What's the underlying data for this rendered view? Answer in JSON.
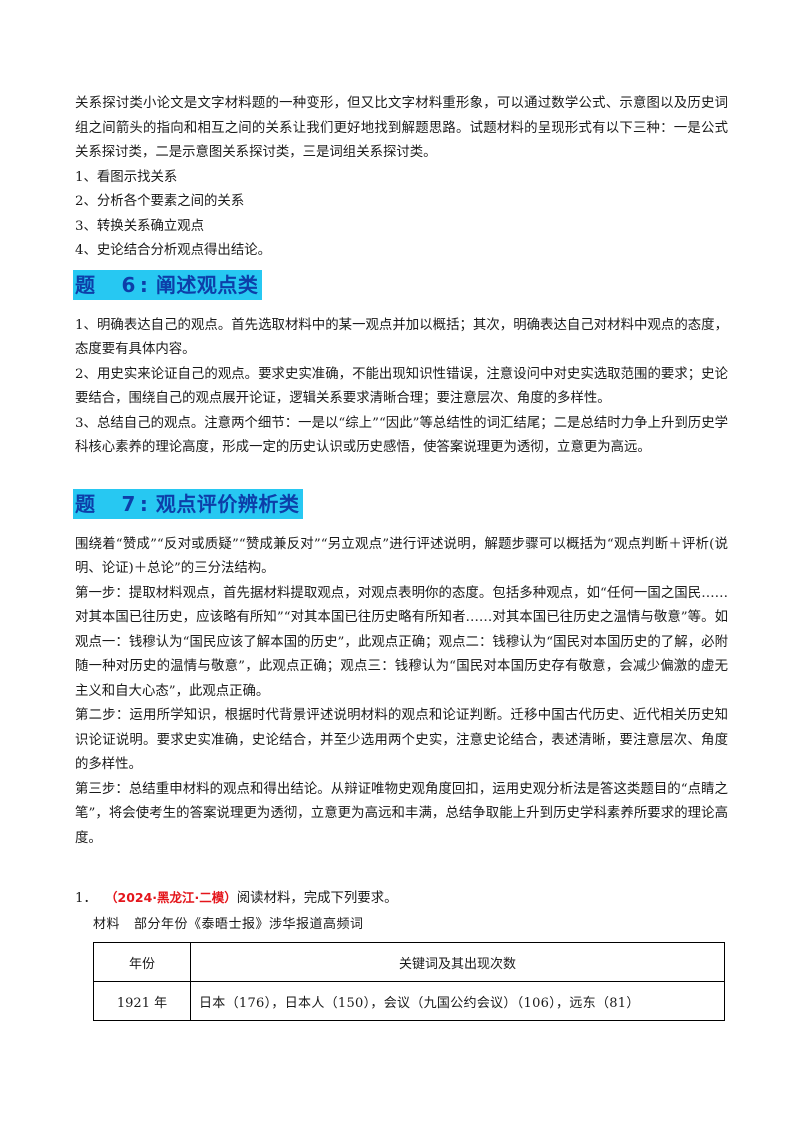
{
  "intro": {
    "text": "关系探讨类小论文是文字材料题的一种变形，但又比文字材料重形象，可以通过数学公式、示意图以及历史词组之间箭头的指向和相互之间的关系让我们更好地找到解题思路。试题材料的呈现形式有以下三种：一是公式关系探讨类，二是示意图关系探讨类，三是词组关系探讨类。",
    "steps": [
      "1、看图示找关系",
      "2、分析各个要素之间的关系",
      "3、转换关系确立观点",
      "4、史论结合分析观点得出结论。"
    ]
  },
  "section6": {
    "prefix": "题",
    "number": "6",
    "title": ": 阐述观点类",
    "items": [
      "1、明确表达自己的观点。首先选取材料中的某一观点并加以概括；其次，明确表达自己对材料中观点的态度，态度要有具体内容。",
      "2、用史实来论证自己的观点。要求史实准确，不能出现知识性错误，注意设问中对史实选取范围的要求；史论要结合，围绕自己的观点展开论证，逻辑关系要求清晰合理；要注意层次、角度的多样性。",
      "3、总结自己的观点。注意两个细节：一是以“综上”“因此”等总结性的词汇结尾；二是总结时力争上升到历史学科核心素养的理论高度，形成一定的历史认识或历史感悟，使答案说理更为透彻，立意更为高远。"
    ]
  },
  "section7": {
    "prefix": "题",
    "number": "7",
    "title": ": 观点评价辨析类",
    "items": [
      "围绕着“赞成”“反对或质疑”“赞成兼反对”“另立观点”进行评述说明，解题步骤可以概括为“观点判断＋评析(说明、论证)＋总论”的三分法结构。",
      "第一步：提取材料观点，首先据材料提取观点，对观点表明你的态度。包括多种观点，如“任何一国之国民……对其本国已往历史，应该略有所知”“对其本国已往历史略有所知者……对其本国已往历史之温情与敬意”等。如观点一：钱穆认为“国民应该了解本国的历史”，此观点正确；观点二：钱穆认为“国民对本国历史的了解，必附随一种对历史的温情与敬意”，此观点正确；观点三：钱穆认为“国民对本国历史存有敬意，会减少偏激的虚无主义和自大心态”，此观点正确。",
      "第二步：运用所学知识，根据时代背景评述说明材料的观点和论证判断。迁移中国古代历史、近代相关历史知识论证说明。要求史实准确，史论结合，并至少选用两个史实，注意史论结合，表述清晰，要注意层次、角度的多样性。",
      "第三步：总结重申材料的观点和得出结论。从辩证唯物史观角度回扣，运用史观分析法是答这类题目的“点睛之笔”，将会使考生的答案说理更为透彻，立意更为高远和丰满，总结争取能上升到历史学科素养所要求的理论高度。"
    ]
  },
  "question": {
    "number": "1．",
    "source": "（2024·黑龙江·二模）",
    "prompt": "阅读材料，完成下列要求。",
    "material_label": "材料",
    "material_caption": "部分年份《泰晤士报》涉华报道高频词",
    "table": {
      "headers": [
        "年份",
        "关键词及其出现次数"
      ],
      "rows": [
        [
          "1921 年",
          "日本（176），日本人（150），会议（九国公约会议）（106），远东（81）"
        ]
      ]
    }
  }
}
